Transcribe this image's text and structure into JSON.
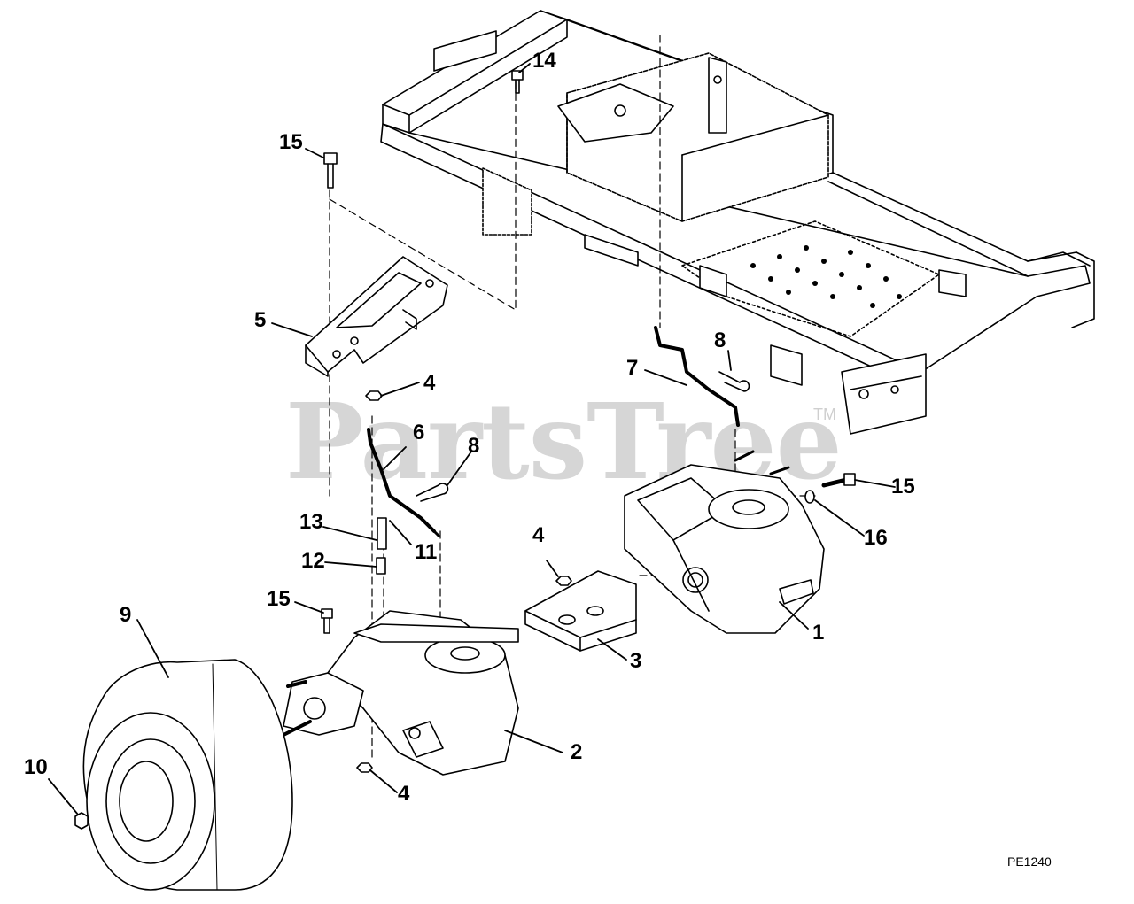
{
  "diagram": {
    "watermark": "PartsTree",
    "trademark": "TM",
    "code": "PE1240",
    "callouts": {
      "c1": "1",
      "c2": "2",
      "c3": "3",
      "c4a": "4",
      "c4b": "4",
      "c4c": "4",
      "c5": "5",
      "c6": "6",
      "c7": "7",
      "c8a": "8",
      "c8b": "8",
      "c9": "9",
      "c10": "10",
      "c11": "11",
      "c12": "12",
      "c13": "13",
      "c14": "14",
      "c15a": "15",
      "c15b": "15",
      "c15c": "15",
      "c16": "16"
    },
    "colors": {
      "ink": "#000000",
      "watermark": "#d6d6d6",
      "paper": "#ffffff"
    }
  }
}
